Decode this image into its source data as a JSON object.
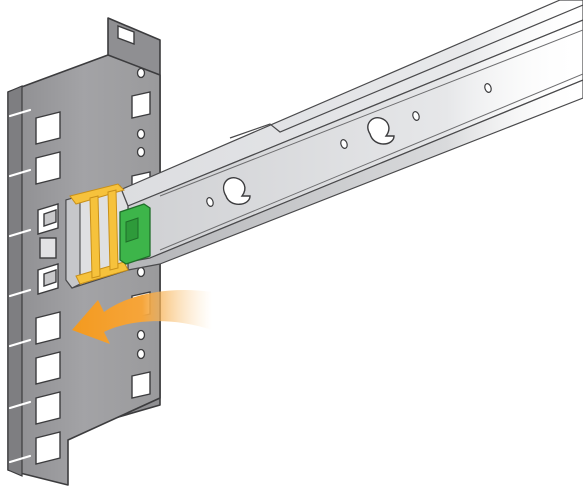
{
  "illustration": {
    "subject": "rail-installation-on-rack-post",
    "rack_post": {
      "square_holes": 11,
      "round_holes": 8,
      "tick_marks": 7,
      "color": "#9a9a9c"
    },
    "rail": {
      "color": "#d6d7d9",
      "keyhole_slots": 2,
      "round_holes": 4
    },
    "latch_color": "#3db54a",
    "bracket_color": "#f6c23c",
    "arrow_color": "#f39a1f",
    "arrow_meaning": "push-rail-toward-rack-post"
  }
}
